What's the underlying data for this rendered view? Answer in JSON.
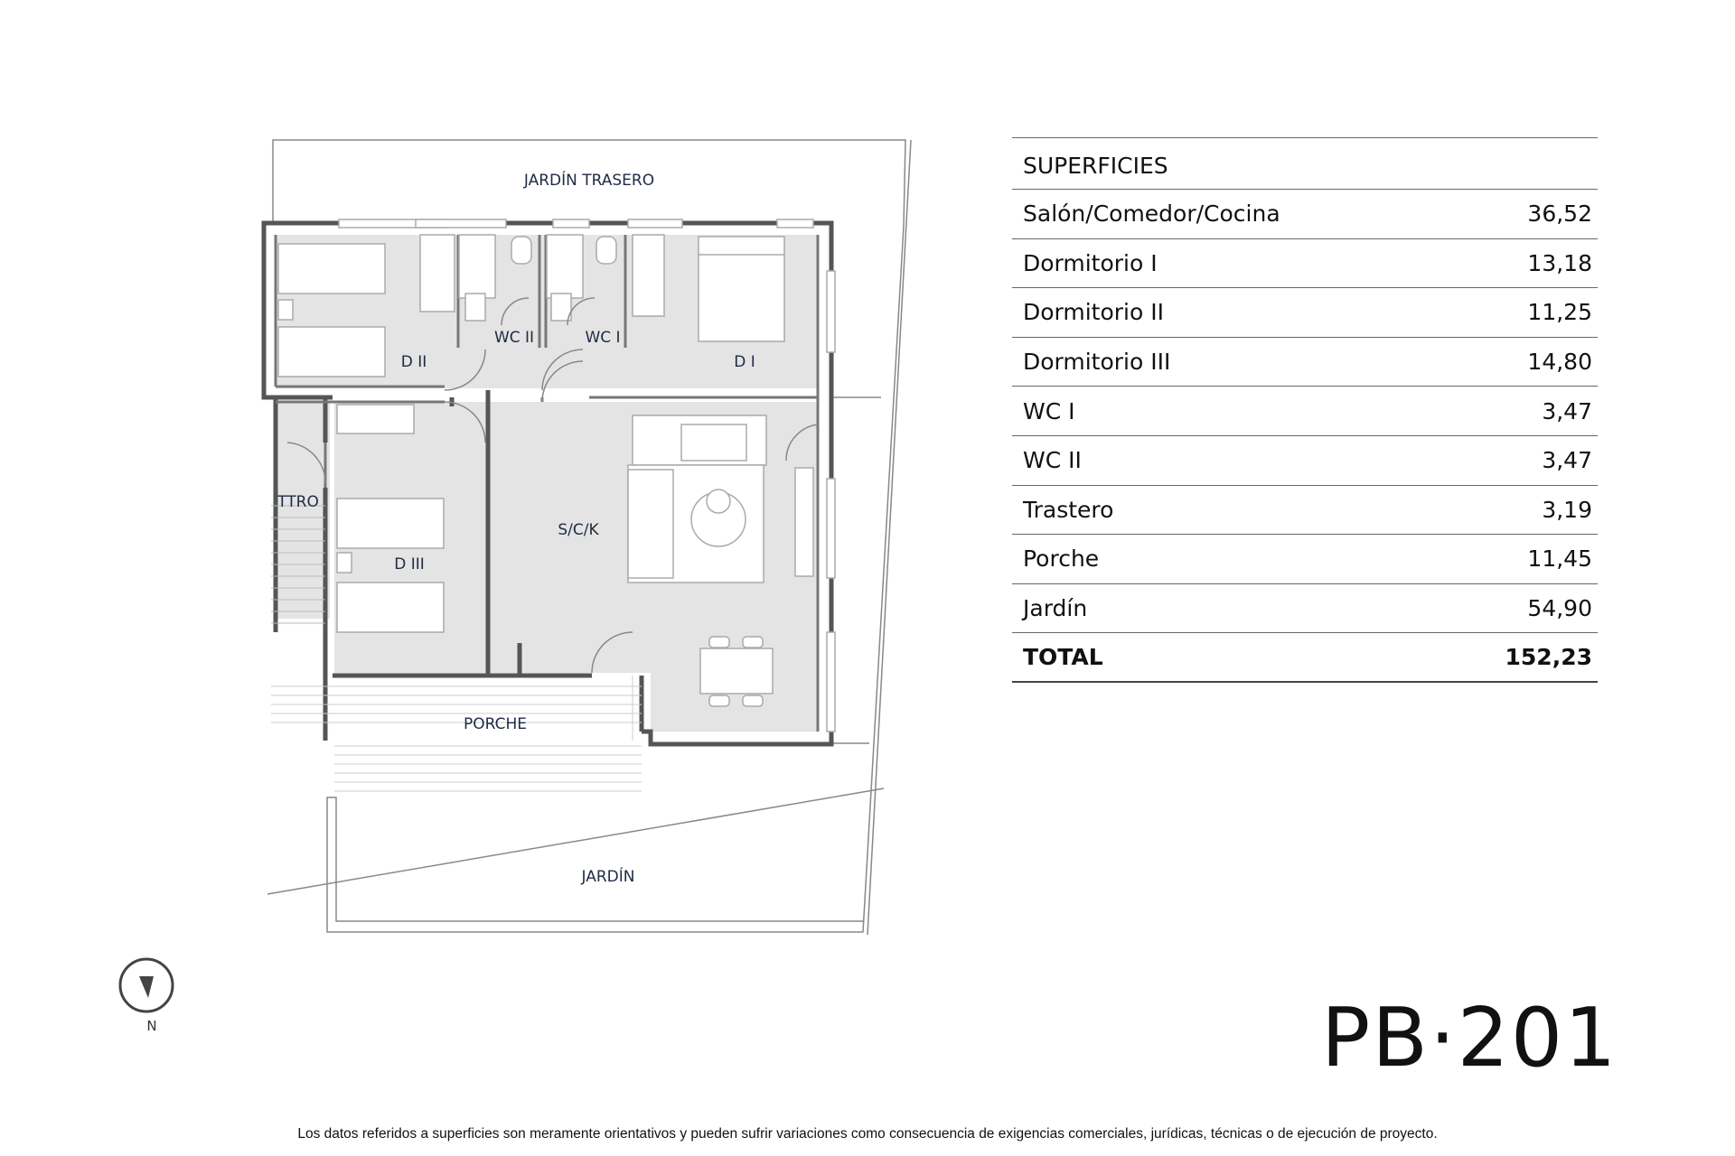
{
  "plan": {
    "labels": {
      "jardin_trasero": "JARDÍN TRASERO",
      "wc2": "WC II",
      "wc1": "WC I",
      "d2": "D II",
      "d1": "D I",
      "ttro": "TTRO",
      "d3": "D III",
      "sck": "S/C/K",
      "porche": "PORCHE",
      "jardin": "JARDÍN"
    },
    "compass_letter": "N"
  },
  "table": {
    "header": "SUPERFICIES",
    "rows": [
      {
        "label": "Salón/Comedor/Cocina",
        "value": "36,52"
      },
      {
        "label": "Dormitorio I",
        "value": "13,18"
      },
      {
        "label": "Dormitorio II",
        "value": "11,25"
      },
      {
        "label": "Dormitorio III",
        "value": "14,80"
      },
      {
        "label": "WC I",
        "value": "3,47"
      },
      {
        "label": "WC II",
        "value": "3,47"
      },
      {
        "label": "Trastero",
        "value": "3,19"
      },
      {
        "label": "Porche",
        "value": "11,45"
      },
      {
        "label": "Jardín",
        "value": "54,90"
      }
    ],
    "total_label": "TOTAL",
    "total_value": "152,23"
  },
  "plan_code": "PB·201",
  "disclaimer": "Los datos referidos a superficies son meramente orientativos y pueden sufrir variaciones como consecuencia de exigencias comerciales, jurídicas, técnicas o de ejecución de proyecto."
}
